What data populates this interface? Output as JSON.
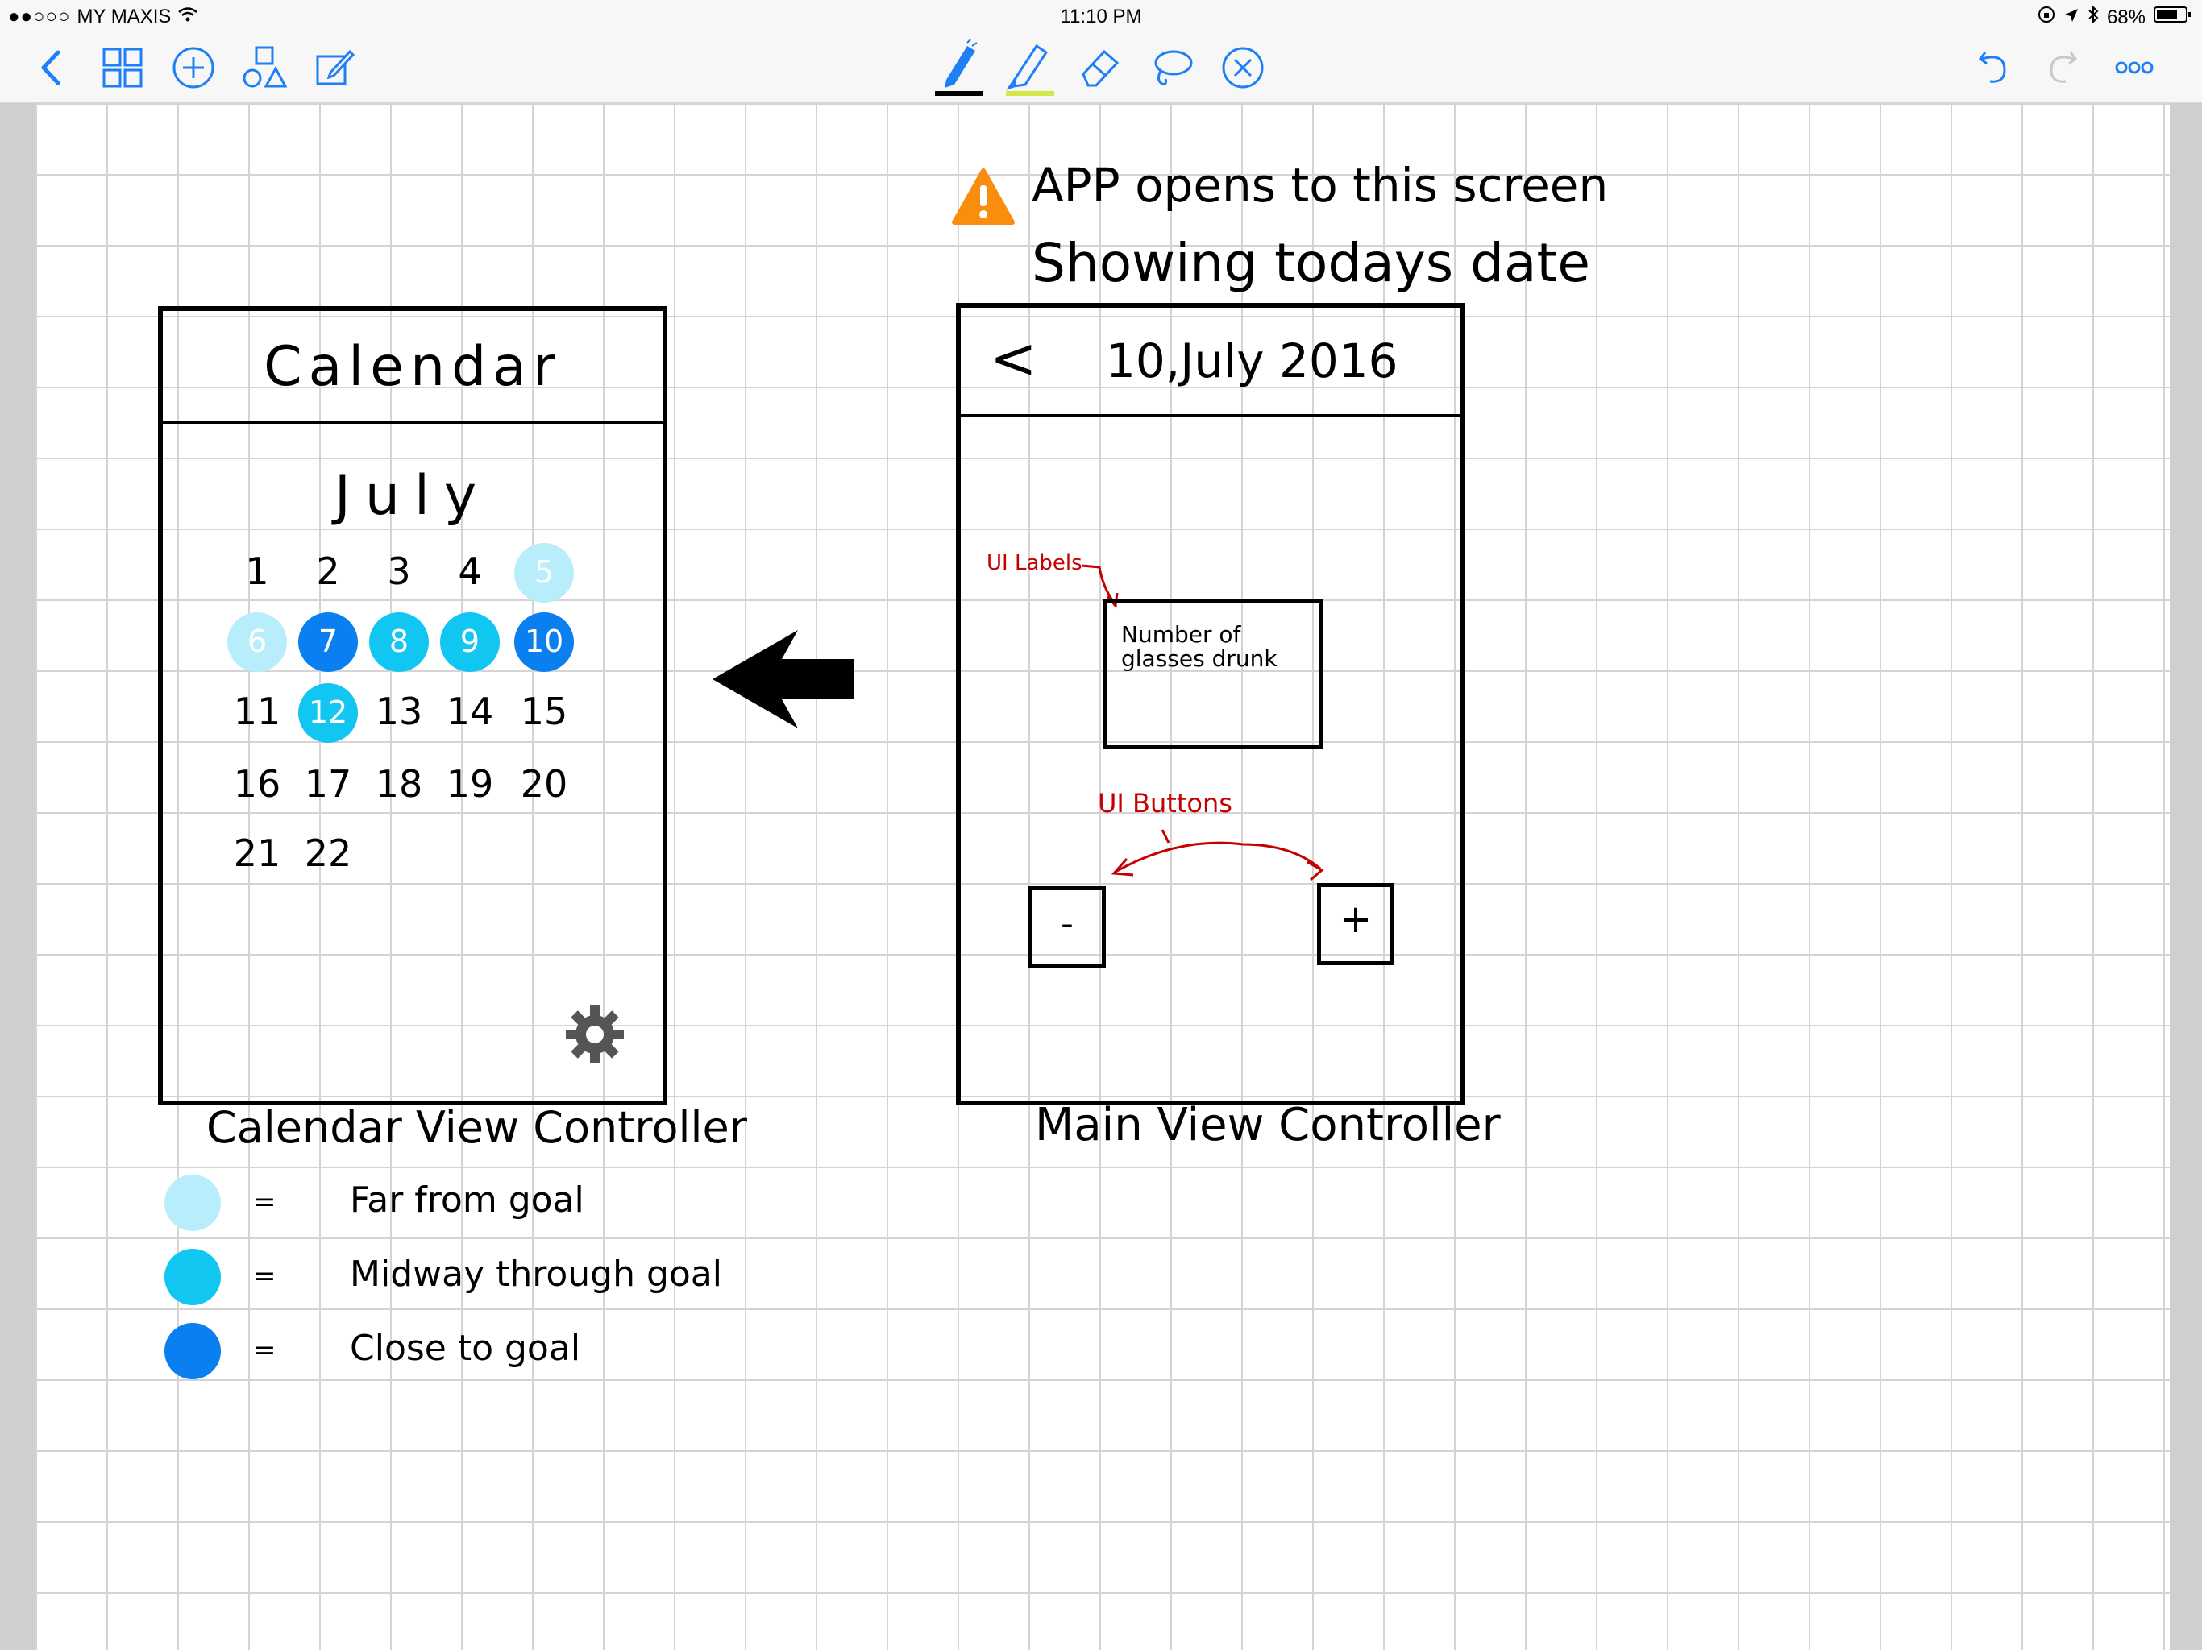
{
  "status_bar": {
    "signal_dots": "●●○○○",
    "carrier": "MY MAXIS",
    "time": "11:10 PM",
    "battery": "68%"
  },
  "toolbar": {
    "left_tools": [
      "back-icon",
      "thumbnails-icon",
      "add-icon",
      "shapes-icon",
      "edit-icon"
    ],
    "center_tools": [
      "pen-icon",
      "highlighter-icon",
      "eraser-icon",
      "lasso-icon",
      "close-circle-icon"
    ],
    "right_tools": [
      "undo-icon",
      "redo-icon",
      "more-icon"
    ],
    "colors": {
      "accent": "#1f7ff5",
      "pen_underline": "#000000",
      "highlighter_underline": "#d4e84a"
    }
  },
  "sketch": {
    "note_line1": "APP opens to this screen",
    "note_line2": "Showing todays date",
    "calendar_frame": {
      "title": "Calendar",
      "month": "July",
      "days": [
        {
          "label": "1",
          "status": "none"
        },
        {
          "label": "2",
          "status": "none"
        },
        {
          "label": "3",
          "status": "none"
        },
        {
          "label": "4",
          "status": "none"
        },
        {
          "label": "5",
          "status": "far"
        },
        {
          "label": "6",
          "status": "far"
        },
        {
          "label": "7",
          "status": "close"
        },
        {
          "label": "8",
          "status": "midway"
        },
        {
          "label": "9",
          "status": "midway"
        },
        {
          "label": "10",
          "status": "close"
        },
        {
          "label": "11",
          "status": "none"
        },
        {
          "label": "12",
          "status": "midway"
        },
        {
          "label": "13",
          "status": "none"
        },
        {
          "label": "14",
          "status": "none"
        },
        {
          "label": "15",
          "status": "none"
        },
        {
          "label": "16",
          "status": "none"
        },
        {
          "label": "17",
          "status": "none"
        },
        {
          "label": "18",
          "status": "none"
        },
        {
          "label": "19",
          "status": "none"
        },
        {
          "label": "20",
          "status": "none"
        },
        {
          "label": "21",
          "status": "none"
        },
        {
          "label": "22",
          "status": "none"
        }
      ],
      "settings_icon": "gear-icon",
      "caption": "Calendar View Controller"
    },
    "main_frame": {
      "back_glyph": "<",
      "date": "10,July 2016",
      "label_box_text": "Number of glasses drunk",
      "labels_annotation": "UI Labels",
      "buttons_annotation": "UI Buttons",
      "minus_button": "-",
      "plus_button": "+",
      "caption": "Main View Controller"
    },
    "legend": [
      {
        "symbol": "=",
        "text": "Far from goal",
        "color": "#b8eefc"
      },
      {
        "symbol": "=",
        "text": "Midway through goal",
        "color": "#12c6f2"
      },
      {
        "symbol": "=",
        "text": "Close to goal",
        "color": "#0a7ff0"
      }
    ],
    "status_colors": {
      "far": "#b8eefc",
      "midway": "#12c6f2",
      "close": "#0a7ff0",
      "warning": "#f98d0e",
      "annotation": "#c40000"
    }
  }
}
